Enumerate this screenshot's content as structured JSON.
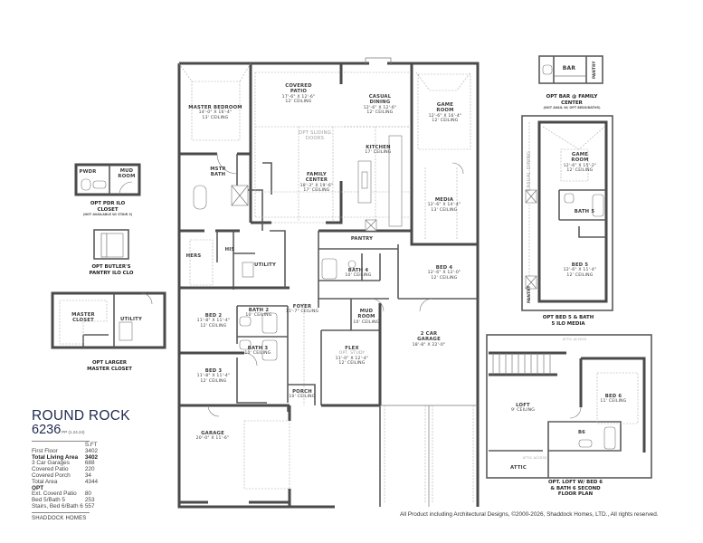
{
  "plan": {
    "name": "ROUND ROCK",
    "number": "6236",
    "revision": "PP (1.24.24)",
    "builder": "SHADDOCK HOMES",
    "copyright": "All Product including Architectural Designs, ©2000-2026, Shaddock Homes, LTD., All rights reserved."
  },
  "area_table": {
    "header": "S.FT",
    "rows": [
      {
        "label": "First Floor",
        "value": "3402",
        "bold": false
      },
      {
        "label": "Total Living Area",
        "value": "3402",
        "bold": true
      },
      {
        "label": "3 Car Garages",
        "value": "688",
        "bold": false
      },
      {
        "label": "Covered Patio",
        "value": "220",
        "bold": false
      },
      {
        "label": "Covered Porch",
        "value": "34",
        "bold": false
      },
      {
        "label": "Total Area",
        "value": "4344",
        "bold": false
      },
      {
        "label": "OPT",
        "value": "",
        "bold": true
      },
      {
        "label": "Ext. Coverd Patio",
        "value": "80",
        "bold": false
      },
      {
        "label": "Bed 5/Bath 5",
        "value": "253",
        "bold": false
      },
      {
        "label": "Stairs, Bed 6/Bath 6",
        "value": "557",
        "bold": false
      }
    ]
  },
  "rooms": {
    "master_bedroom": {
      "name": "MASTER BEDROOM",
      "dim": "14'-0\" X 16'-4\"",
      "ceiling": "13' CEILING"
    },
    "covered_patio": {
      "name": "COVERED PATIO",
      "dim": "17'-6\" X 12'-6\"",
      "ceiling": "12' CEILING"
    },
    "casual_dining": {
      "name": "CASUAL DINING",
      "dim": "12'-6\" X 12'-6\"",
      "ceiling": "12' CEILING"
    },
    "game_room": {
      "name": "GAME ROOM",
      "dim": "12'-6\" X 16'-4\"",
      "ceiling": "12' CEILING"
    },
    "opt_sliding_doors": {
      "name": "OPT SLIDING DOORS"
    },
    "kitchen": {
      "name": "KITCHEN",
      "ceiling": "17' CEILING"
    },
    "mstr_bath": {
      "name": "MSTR BATH"
    },
    "family_center": {
      "name": "FAMILY CENTER",
      "dim": "18'-3\" X 19'-6\"",
      "ceiling": "17' CEILING"
    },
    "media": {
      "name": "MEDIA",
      "dim": "12'-6\" X 14'-4\"",
      "ceiling": "13' CEILING"
    },
    "pantry": {
      "name": "PANTRY"
    },
    "hers": {
      "name": "HERS"
    },
    "his": {
      "name": "HIS"
    },
    "utility": {
      "name": "UTILITY"
    },
    "bath4": {
      "name": "BATH 4",
      "ceiling": "10' CEILING"
    },
    "bed4": {
      "name": "BED 4",
      "dim": "12'-6\" X 12'-0\"",
      "ceiling": "12' CEILING"
    },
    "bed2": {
      "name": "BED 2",
      "dim": "11'-8\" X 11'-4\"",
      "ceiling": "12' CEILING"
    },
    "bath2": {
      "name": "BATH 2",
      "ceiling": "10' CEILING"
    },
    "foyer": {
      "name": "FOYER",
      "ceiling": "11'-7\" CEILING"
    },
    "mud_room": {
      "name": "MUD ROOM",
      "ceiling": "10' CEILING"
    },
    "bath3": {
      "name": "BATH 3",
      "ceiling": "10' CEILING"
    },
    "garage2": {
      "name": "2 CAR GARAGE",
      "dim": "18'-8\" X 22'-0\""
    },
    "flex": {
      "name": "FLEX",
      "opt": "OPT. STUDY",
      "dim": "11'-0\" X 12'-4\"",
      "ceiling": "12' CEILING"
    },
    "bed3": {
      "name": "BED 3",
      "dim": "11'-8\" X 11'-4\"",
      "ceiling": "12' CEILING"
    },
    "porch": {
      "name": "PORCH",
      "ceiling": "10' CEILING"
    },
    "garage": {
      "name": "GARAGE",
      "dim": "20'-0\" X 11'-6\""
    }
  },
  "options": {
    "opt_bar": {
      "room": "BAR",
      "pantry": "PANTRY",
      "caption": "OPT BAR @ FAMILY CENTER",
      "note": "(NOT AVAIL W/ OPT BED5/BATH5)"
    },
    "opt_bed5": {
      "caption": "OPT BED 5 & BATH 5 ILO MEDIA",
      "game_room": {
        "name": "GAME ROOM",
        "dim": "12'-6\" X 15'-2\"",
        "ceiling": "12' CEILING"
      },
      "bath5": {
        "name": "BATH 5"
      },
      "bed5": {
        "name": "BED 5",
        "dim": "12'-6\" X 11'-4\"",
        "ceiling": "12' CEILING"
      },
      "casual_dining": "CASUAL DINING",
      "pantry": "PANTRY"
    },
    "opt_pdr": {
      "pwdr": "PWDR",
      "mud_room": "MUD ROOM",
      "caption": "OPT PDR ILO CLOSET",
      "note": "(NOT AVAILABLE W/ STAIR 3)"
    },
    "opt_butler": {
      "caption": "OPT BUTLER'S PANTRY ILO CLO"
    },
    "opt_master_closet": {
      "master_closet": "MASTER CLOSET",
      "utility": "UTILITY",
      "caption": "OPT LARGER MASTER CLOSET"
    },
    "opt_loft": {
      "caption": "OPT. LOFT W/ BED 6 & BATH 6 SECOND FLOOR PLAN",
      "loft": {
        "name": "LOFT",
        "ceiling": "9' CEILING"
      },
      "bed6": {
        "name": "BED 6",
        "ceiling": "11' CEILING"
      },
      "b6": "B6",
      "attic": "ATTIC",
      "attic_access_top": "ATTIC ACCESS",
      "attic_access_bottom": "ATTIC ACCESS"
    }
  }
}
